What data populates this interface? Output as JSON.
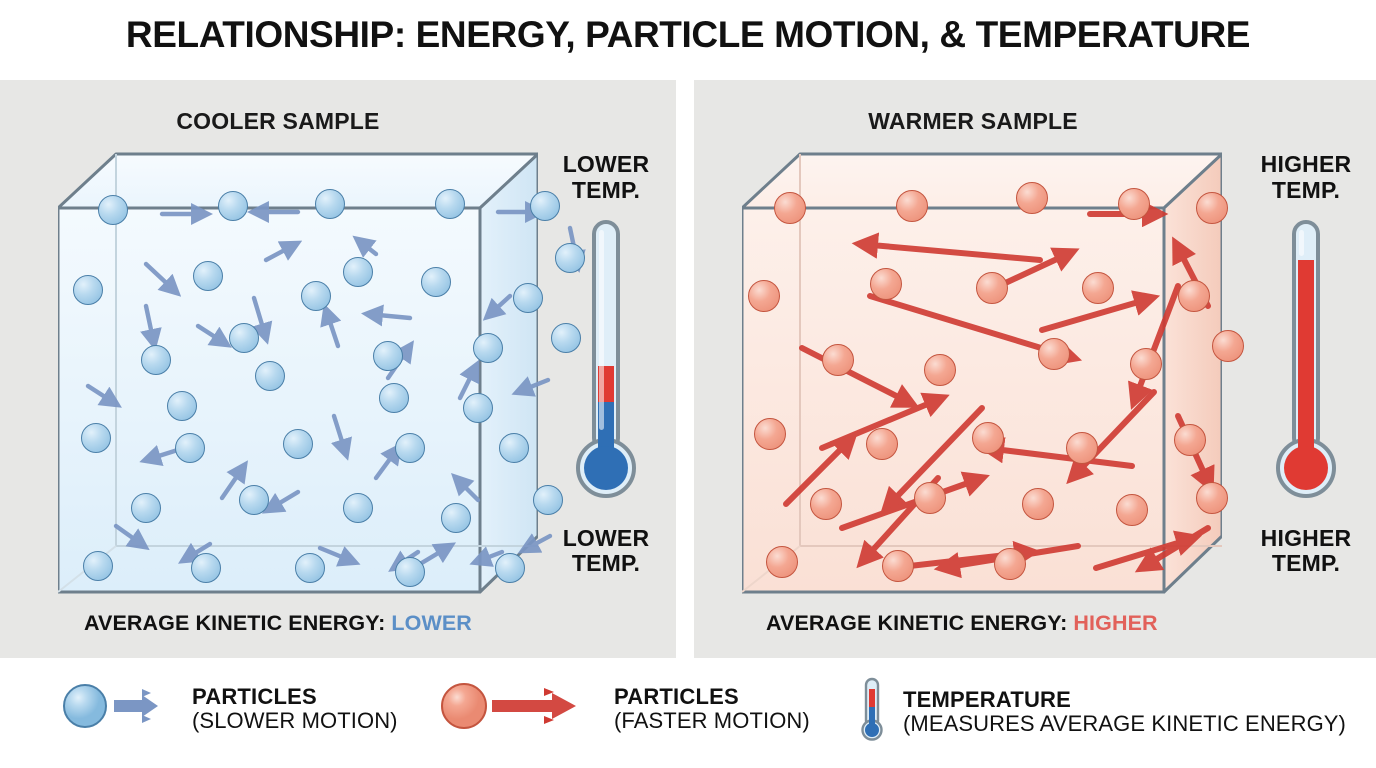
{
  "title": "RELATIONSHIP: ENERGY, PARTICLE MOTION, & TEMPERATURE",
  "colors": {
    "page_bg": "#ffffff",
    "panel_bg": "#e7e7e5",
    "cool_particle": "#a8cde8",
    "cool_particle_stroke": "#4a7fa8",
    "cool_arrow": "#7b96c4",
    "cool_box_fill": "#eef7fd",
    "warm_particle": "#f09a80",
    "warm_particle_stroke": "#c4553f",
    "warm_arrow": "#cf3a32",
    "warm_box_fill": "#fdeee8",
    "box_edge": "#6e7f8c",
    "thermo_red": "#e03a33",
    "thermo_blue": "#2f6fb5",
    "value_lower": "#5b8fc7",
    "value_higher": "#e2615a"
  },
  "panels": [
    {
      "id": "cooler",
      "title": "COOLER SAMPLE",
      "thermometer": {
        "label_top_line1": "LOWER",
        "label_top_line2": "TEMP.",
        "label_bottom_line1": "LOWER",
        "label_bottom_line2": "TEMP.",
        "fill_percent": 22,
        "fill_color": "#2f6fb5",
        "accent_color": "#e03a33"
      },
      "caption_label": "AVERAGE KINETIC ENERGY:",
      "caption_value": "LOWER",
      "particle_count": 36,
      "motion": "slower"
    },
    {
      "id": "warmer",
      "title": "WARMER SAMPLE",
      "thermometer": {
        "label_top_line1": "HIGHER",
        "label_top_line2": "TEMP.",
        "label_bottom_line1": "HIGHER",
        "label_bottom_line2": "TEMP.",
        "fill_percent": 84,
        "fill_color": "#e03a33",
        "accent_color": "#e03a33"
      },
      "caption_label": "AVERAGE KINETIC ENERGY:",
      "caption_value": "HIGHER",
      "particle_count": 28,
      "motion": "faster"
    }
  ],
  "legend": [
    {
      "glyph": "blue-particle-slow-arrows-icon",
      "title": "PARTICLES",
      "subtitle": "(SLOWER MOTION)"
    },
    {
      "glyph": "red-particle-fast-arrows-icon",
      "title": "PARTICLES",
      "subtitle": "(FASTER MOTION)"
    },
    {
      "glyph": "thermometer-icon",
      "title": "TEMPERATURE",
      "subtitle": "(MEASURES AVERAGE KINETIC ENERGY)"
    }
  ],
  "chart_data": {
    "type": "diagram",
    "title": "RELATIONSHIP: ENERGY, PARTICLE MOTION, & TEMPERATURE",
    "comparison": [
      {
        "sample": "COOLER SAMPLE",
        "average_kinetic_energy": "LOWER",
        "temperature": "LOWER TEMP.",
        "particle_motion": "SLOWER MOTION",
        "thermometer_fill_percent": 22
      },
      {
        "sample": "WARMER SAMPLE",
        "average_kinetic_energy": "HIGHER",
        "temperature": "HIGHER TEMP.",
        "particle_motion": "FASTER MOTION",
        "thermometer_fill_percent": 84
      }
    ]
  },
  "geometry": {
    "cool_particles": [
      [
        55,
        62
      ],
      [
        175,
        58
      ],
      [
        272,
        56
      ],
      [
        392,
        56
      ],
      [
        487,
        58
      ],
      [
        30,
        142
      ],
      [
        150,
        128
      ],
      [
        258,
        148
      ],
      [
        378,
        134
      ],
      [
        470,
        150
      ],
      [
        98,
        212
      ],
      [
        212,
        228
      ],
      [
        330,
        208
      ],
      [
        430,
        200
      ],
      [
        508,
        190
      ],
      [
        38,
        290
      ],
      [
        132,
        300
      ],
      [
        240,
        296
      ],
      [
        352,
        300
      ],
      [
        456,
        300
      ],
      [
        88,
        360
      ],
      [
        196,
        352
      ],
      [
        300,
        360
      ],
      [
        398,
        370
      ],
      [
        490,
        352
      ],
      [
        40,
        418
      ],
      [
        148,
        420
      ],
      [
        252,
        420
      ],
      [
        352,
        424
      ],
      [
        452,
        420
      ],
      [
        124,
        258
      ],
      [
        300,
        124
      ],
      [
        420,
        260
      ],
      [
        186,
        190
      ],
      [
        336,
        250
      ],
      [
        512,
        110
      ]
    ],
    "cool_arrows": [
      [
        104,
        66,
        148,
        66
      ],
      [
        240,
        64,
        196,
        64
      ],
      [
        440,
        64,
        482,
        64
      ],
      [
        512,
        80,
        520,
        118
      ],
      [
        88,
        158,
        96,
        196
      ],
      [
        196,
        150,
        208,
        190
      ],
      [
        280,
        198,
        268,
        162
      ],
      [
        352,
        170,
        310,
        166
      ],
      [
        276,
        268,
        288,
        306
      ],
      [
        330,
        230,
        352,
        198
      ],
      [
        402,
        250,
        418,
        218
      ],
      [
        126,
        300,
        88,
        312
      ],
      [
        164,
        350,
        186,
        318
      ],
      [
        240,
        344,
        210,
        362
      ],
      [
        318,
        330,
        340,
        300
      ],
      [
        420,
        352,
        398,
        330
      ],
      [
        58,
        378,
        86,
        398
      ],
      [
        152,
        396,
        126,
        412
      ],
      [
        262,
        400,
        296,
        414
      ],
      [
        360,
        404,
        336,
        420
      ],
      [
        444,
        404,
        418,
        414
      ],
      [
        88,
        116,
        118,
        144
      ],
      [
        208,
        112,
        238,
        96
      ],
      [
        318,
        106,
        300,
        92
      ],
      [
        452,
        148,
        430,
        168
      ],
      [
        30,
        238,
        58,
        256
      ],
      [
        490,
        232,
        460,
        244
      ],
      [
        140,
        178,
        168,
        196
      ],
      [
        362,
        416,
        392,
        398
      ],
      [
        492,
        388,
        466,
        402
      ]
    ],
    "warm_particles": [
      [
        48,
        60
      ],
      [
        170,
        58
      ],
      [
        290,
        50
      ],
      [
        392,
        56
      ],
      [
        470,
        60
      ],
      [
        22,
        148
      ],
      [
        144,
        136
      ],
      [
        250,
        140
      ],
      [
        356,
        140
      ],
      [
        452,
        148
      ],
      [
        96,
        212
      ],
      [
        198,
        222
      ],
      [
        312,
        206
      ],
      [
        404,
        216
      ],
      [
        486,
        198
      ],
      [
        28,
        286
      ],
      [
        140,
        296
      ],
      [
        246,
        290
      ],
      [
        340,
        300
      ],
      [
        448,
        292
      ],
      [
        84,
        356
      ],
      [
        188,
        350
      ],
      [
        296,
        356
      ],
      [
        390,
        362
      ],
      [
        470,
        350
      ],
      [
        40,
        414
      ],
      [
        156,
        418
      ],
      [
        268,
        416
      ]
    ],
    "warm_arrows": [
      [
        348,
        66,
        418,
        66
      ],
      [
        298,
        112,
        118,
        96
      ],
      [
        128,
        148,
        332,
        210
      ],
      [
        436,
        138,
        392,
        254
      ],
      [
        466,
        158,
        434,
        96
      ],
      [
        240,
        260,
        144,
        360
      ],
      [
        80,
        300,
        200,
        250
      ],
      [
        390,
        318,
        244,
        300
      ],
      [
        436,
        268,
        468,
        338
      ],
      [
        100,
        380,
        240,
        330
      ],
      [
        336,
        398,
        200,
        420
      ],
      [
        150,
        420,
        290,
        404
      ],
      [
        60,
        200,
        170,
        256
      ],
      [
        300,
        182,
        410,
        150
      ],
      [
        466,
        380,
        400,
        420
      ],
      [
        244,
        144,
        330,
        104
      ],
      [
        44,
        356,
        110,
        290
      ],
      [
        412,
        244,
        330,
        330
      ],
      [
        196,
        330,
        120,
        414
      ],
      [
        354,
        420,
        452,
        390
      ]
    ]
  }
}
